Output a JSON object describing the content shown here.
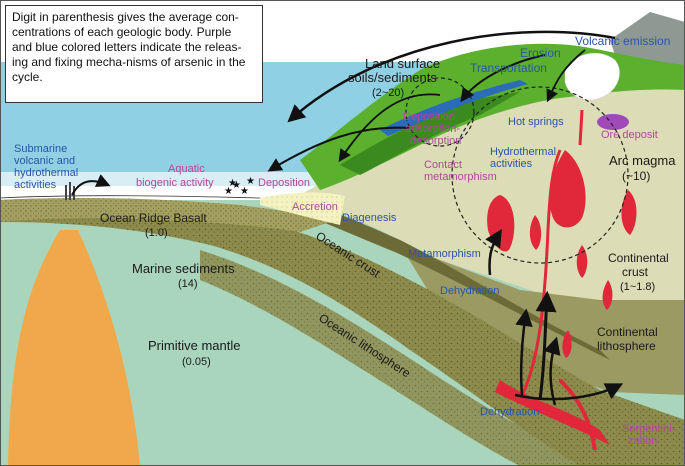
{
  "note": {
    "lines": [
      "Digit in parenthesis gives the average con-",
      "centrations of each geologic body. Purple",
      "and blue colored letters indicate the releas-",
      "ing and fixing mecha-nisms of arsenic in the",
      "cycle."
    ]
  },
  "labels": {
    "volcanic_emission": "Volcanic emission",
    "erosion": "Erosion",
    "transportation": "Transportation",
    "land_surface_1": "Land surface",
    "land_surface_2": "soils/sediments",
    "land_surface_conc": "(2~20)",
    "deposition_upper": "Deposition",
    "adsorption": "adsorption-",
    "desorption": "desorption",
    "hot_springs": "Hot springs",
    "ore_deposit": "Ore deposit",
    "submarine_1": "Submarine",
    "submarine_2": "volcanic and",
    "submarine_3": "hydrothermal",
    "submarine_4": "activities",
    "aquatic_1": "Aquatic",
    "aquatic_2": "biogenic activity",
    "deposition_lower": "Deposition",
    "contact_1": "Contact",
    "contact_2": "metamorphism",
    "hydrothermal_1": "Hydrothermal",
    "hydrothermal_2": "activities",
    "arc_magma": "Arc magma",
    "arc_magma_conc": "(~10)",
    "accretion": "Accretion",
    "diagenesis": "Diagenesis",
    "orb": "Ocean Ridge Basalt",
    "orb_conc": "(1.0)",
    "oceanic_crust": "Oceanic crust",
    "metamorphism": "Metamorphism",
    "continental_crust_1": "Continental",
    "continental_crust_2": "crust",
    "continental_crust_conc": "(1~1.8)",
    "marine_sediments": "Marine sediments",
    "marine_sediments_conc": "(14)",
    "dehydration_upper": "Dehydration",
    "continental_litho_1": "Continental",
    "continental_litho_2": "lithosphere",
    "primitive_mantle": "Primitive mantle",
    "primitive_mantle_conc": "(0.05)",
    "oceanic_lithosphere": "Oceanic lithosphere",
    "dehydration_lower": "Dehydration",
    "serpentini_1": "Serpentini-",
    "serpentini_2": "zation"
  },
  "colors": {
    "release_fix_purple": "#b04a9a",
    "release_fix_blue": "#2a55a8",
    "concentration_text": "#1a1a1a",
    "sea": "#8fd0e4",
    "mantle": "#a9d5bd",
    "continent": "#dcdcb6",
    "land_green": "#5bb02e",
    "oceanic_crust": "#8d8c4a",
    "magma": "#e0283a",
    "plume": "#f0a84a"
  }
}
